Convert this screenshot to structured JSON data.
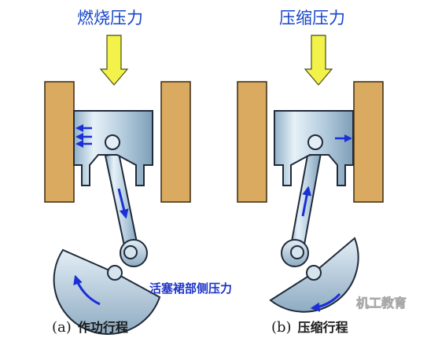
{
  "panels": {
    "left": {
      "title": "燃烧压力",
      "caption_label": "(a)",
      "caption_text": "作功行程"
    },
    "right": {
      "title": "压缩压力",
      "caption_label": "(b)",
      "caption_text": "压缩行程"
    }
  },
  "center_label": "活塞裙部侧压力",
  "watermark": "机工教育",
  "colors": {
    "cylinder_wall": "#d9aa60",
    "piston_metal": "#b8cfe0",
    "force_arrow": "#f2f24a",
    "motion_arrow": "#1a2fd6",
    "outline": "#1f2a3a"
  }
}
